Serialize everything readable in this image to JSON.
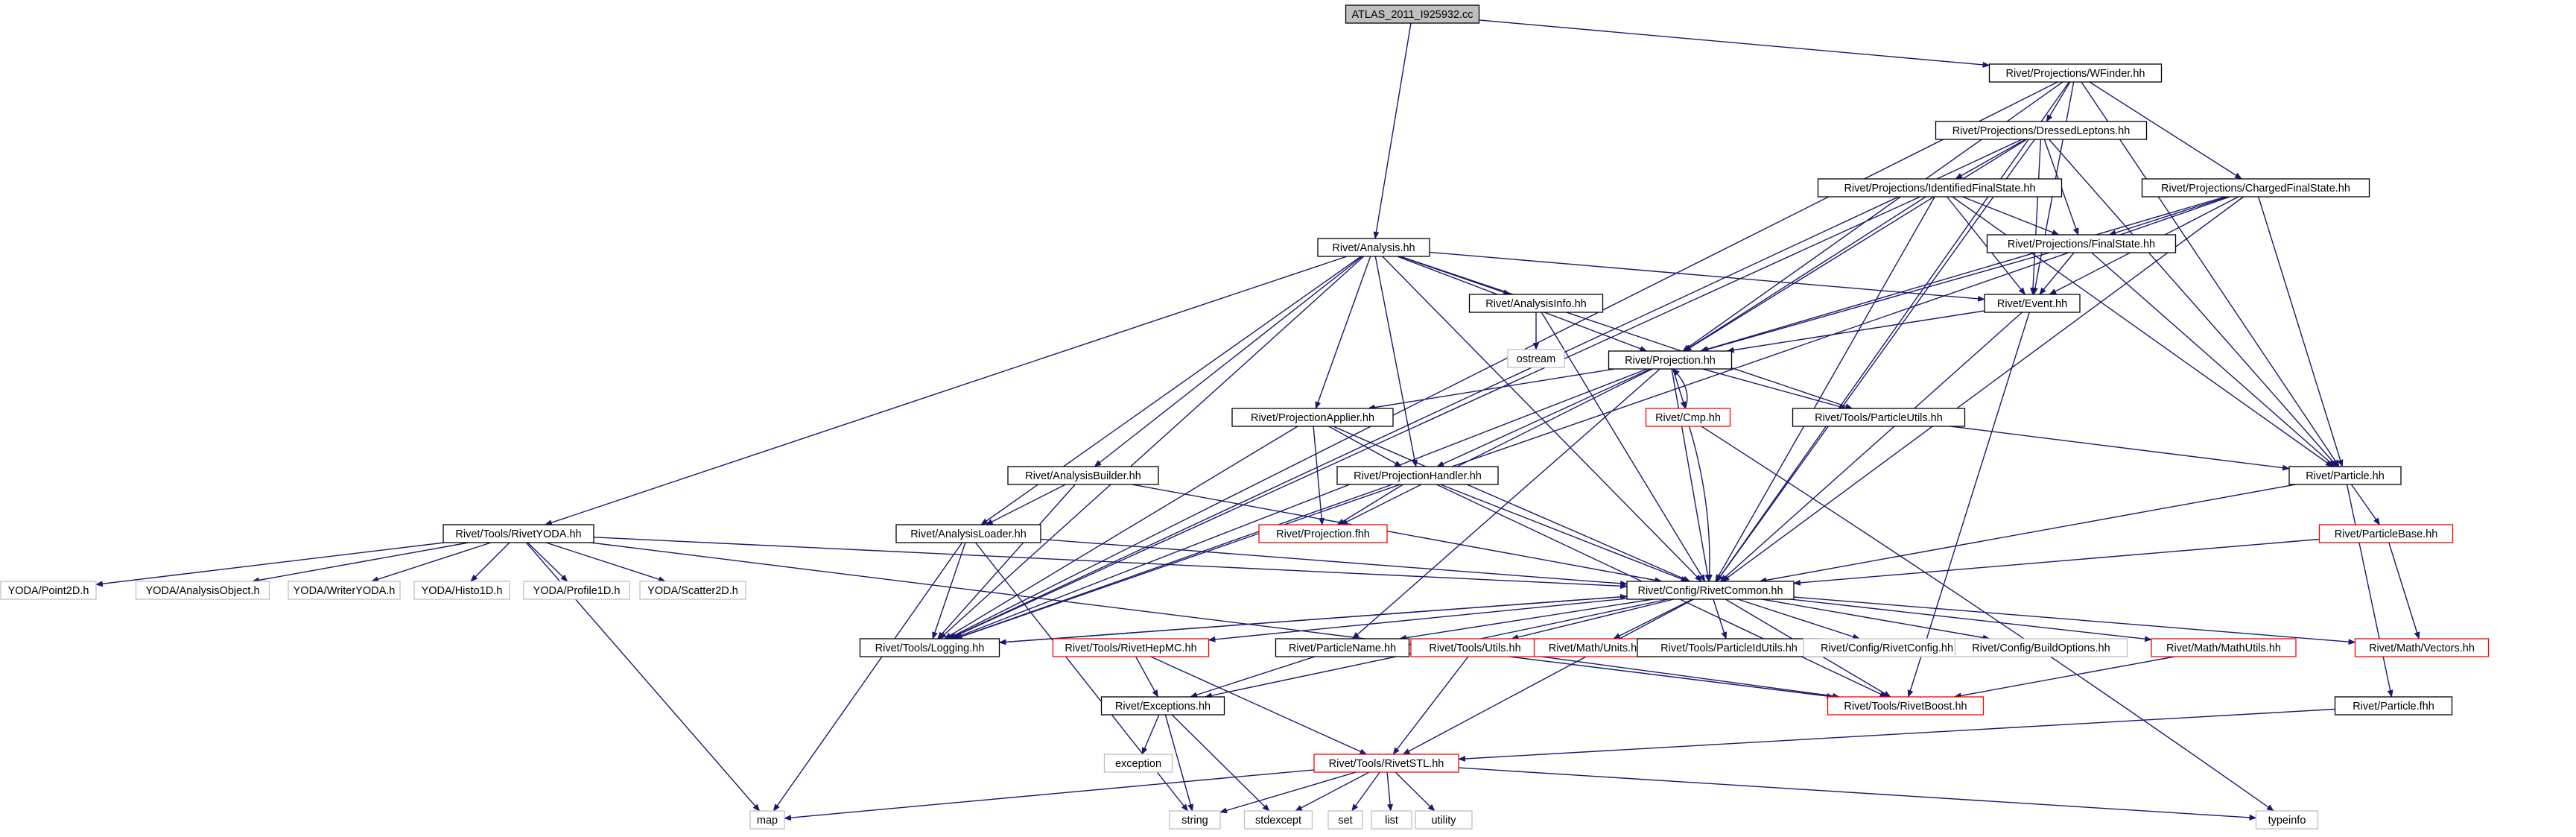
{
  "colors": {
    "edge": "#191970",
    "root_fill": "#bfbfbf",
    "node_border": "#000000",
    "missing_border": "#ff0000",
    "external_border": "#bfbfbf",
    "background": "#ffffff"
  },
  "nodes": [
    {
      "id": "atlas",
      "label": "ATLAS_2011_I925932.cc",
      "kind": "root"
    },
    {
      "id": "wfinder",
      "label": "Rivet/Projections/WFinder.hh",
      "kind": "normal"
    },
    {
      "id": "dressed",
      "label": "Rivet/Projections/DressedLeptons.hh",
      "kind": "normal"
    },
    {
      "id": "idfs",
      "label": "Rivet/Projections/IdentifiedFinalState.hh",
      "kind": "normal"
    },
    {
      "id": "cfs",
      "label": "Rivet/Projections/ChargedFinalState.hh",
      "kind": "normal"
    },
    {
      "id": "analysis",
      "label": "Rivet/Analysis.hh",
      "kind": "normal"
    },
    {
      "id": "fs",
      "label": "Rivet/Projections/FinalState.hh",
      "kind": "normal"
    },
    {
      "id": "event",
      "label": "Rivet/Event.hh",
      "kind": "normal"
    },
    {
      "id": "ainfo",
      "label": "Rivet/AnalysisInfo.hh",
      "kind": "normal"
    },
    {
      "id": "ostream",
      "label": "ostream",
      "kind": "external"
    },
    {
      "id": "projection",
      "label": "Rivet/Projection.hh",
      "kind": "normal"
    },
    {
      "id": "cmp",
      "label": "Rivet/Cmp.hh",
      "kind": "missing"
    },
    {
      "id": "putils",
      "label": "Rivet/Tools/ParticleUtils.hh",
      "kind": "normal"
    },
    {
      "id": "papplier",
      "label": "Rivet/ProjectionApplier.hh",
      "kind": "normal"
    },
    {
      "id": "particle",
      "label": "Rivet/Particle.hh",
      "kind": "normal"
    },
    {
      "id": "abuilder",
      "label": "Rivet/AnalysisBuilder.hh",
      "kind": "normal"
    },
    {
      "id": "phandler",
      "label": "Rivet/ProjectionHandler.hh",
      "kind": "normal"
    },
    {
      "id": "pfhh",
      "label": "Rivet/Projection.fhh",
      "kind": "missing"
    },
    {
      "id": "pbase",
      "label": "Rivet/ParticleBase.hh",
      "kind": "missing"
    },
    {
      "id": "ryoda",
      "label": "Rivet/Tools/RivetYODA.hh",
      "kind": "normal"
    },
    {
      "id": "aloader",
      "label": "Rivet/AnalysisLoader.hh",
      "kind": "normal"
    },
    {
      "id": "rcommon",
      "label": "Rivet/Config/RivetCommon.hh",
      "kind": "normal"
    },
    {
      "id": "point2d",
      "label": "YODA/Point2D.h",
      "kind": "external"
    },
    {
      "id": "aobject",
      "label": "YODA/AnalysisObject.h",
      "kind": "external"
    },
    {
      "id": "writer",
      "label": "YODA/WriterYODA.h",
      "kind": "external"
    },
    {
      "id": "histo1d",
      "label": "YODA/Histo1D.h",
      "kind": "external"
    },
    {
      "id": "profile1d",
      "label": "YODA/Profile1D.h",
      "kind": "external"
    },
    {
      "id": "scatter2d",
      "label": "YODA/Scatter2D.h",
      "kind": "external"
    },
    {
      "id": "logging",
      "label": "Rivet/Tools/Logging.hh",
      "kind": "normal"
    },
    {
      "id": "hepmc",
      "label": "Rivet/Tools/RivetHepMC.hh",
      "kind": "missing"
    },
    {
      "id": "pname",
      "label": "Rivet/ParticleName.hh",
      "kind": "normal"
    },
    {
      "id": "tutils",
      "label": "Rivet/Tools/Utils.hh",
      "kind": "missing"
    },
    {
      "id": "munits",
      "label": "Rivet/Math/Units.hh",
      "kind": "missing"
    },
    {
      "id": "pidutils",
      "label": "Rivet/Tools/ParticleIdUtils.hh",
      "kind": "normal"
    },
    {
      "id": "rconfig",
      "label": "Rivet/Config/RivetConfig.hh",
      "kind": "external"
    },
    {
      "id": "buildopt",
      "label": "Rivet/Config/BuildOptions.hh",
      "kind": "external"
    },
    {
      "id": "mutils",
      "label": "Rivet/Math/MathUtils.hh",
      "kind": "missing"
    },
    {
      "id": "vectors",
      "label": "Rivet/Math/Vectors.hh",
      "kind": "missing"
    },
    {
      "id": "exceptions",
      "label": "Rivet/Exceptions.hh",
      "kind": "normal"
    },
    {
      "id": "rboost",
      "label": "Rivet/Tools/RivetBoost.hh",
      "kind": "missing"
    },
    {
      "id": "pfh",
      "label": "Rivet/Particle.fhh",
      "kind": "normal"
    },
    {
      "id": "exception",
      "label": "exception",
      "kind": "external"
    },
    {
      "id": "rstl",
      "label": "Rivet/Tools/RivetSTL.hh",
      "kind": "missing"
    },
    {
      "id": "map",
      "label": "map",
      "kind": "external"
    },
    {
      "id": "string",
      "label": "string",
      "kind": "external"
    },
    {
      "id": "stdexcept",
      "label": "stdexcept",
      "kind": "external"
    },
    {
      "id": "set",
      "label": "set",
      "kind": "external"
    },
    {
      "id": "list",
      "label": "list",
      "kind": "external"
    },
    {
      "id": "utility",
      "label": "utility",
      "kind": "external"
    },
    {
      "id": "typeinfo",
      "label": "typeinfo",
      "kind": "external"
    }
  ],
  "edges": [
    [
      "atlas",
      "wfinder"
    ],
    [
      "atlas",
      "analysis"
    ],
    [
      "wfinder",
      "dressed"
    ],
    [
      "wfinder",
      "cfs"
    ],
    [
      "wfinder",
      "event"
    ],
    [
      "wfinder",
      "projection"
    ],
    [
      "wfinder",
      "particle"
    ],
    [
      "wfinder",
      "rcommon"
    ],
    [
      "wfinder",
      "logging"
    ],
    [
      "dressed",
      "idfs"
    ],
    [
      "dressed",
      "fs"
    ],
    [
      "dressed",
      "event"
    ],
    [
      "dressed",
      "projection"
    ],
    [
      "dressed",
      "particle"
    ],
    [
      "dressed",
      "rcommon"
    ],
    [
      "dressed",
      "logging"
    ],
    [
      "idfs",
      "fs"
    ],
    [
      "idfs",
      "event"
    ],
    [
      "idfs",
      "projection"
    ],
    [
      "idfs",
      "particle"
    ],
    [
      "idfs",
      "rcommon"
    ],
    [
      "idfs",
      "logging"
    ],
    [
      "cfs",
      "fs"
    ],
    [
      "cfs",
      "event"
    ],
    [
      "cfs",
      "projection"
    ],
    [
      "cfs",
      "particle"
    ],
    [
      "cfs",
      "rcommon"
    ],
    [
      "cfs",
      "logging"
    ],
    [
      "fs",
      "event"
    ],
    [
      "fs",
      "projection"
    ],
    [
      "fs",
      "particle"
    ],
    [
      "analysis",
      "ainfo"
    ],
    [
      "analysis",
      "event"
    ],
    [
      "analysis",
      "projection"
    ],
    [
      "analysis",
      "putils"
    ],
    [
      "analysis",
      "papplier"
    ],
    [
      "analysis",
      "phandler"
    ],
    [
      "analysis",
      "abuilder"
    ],
    [
      "analysis",
      "aloader"
    ],
    [
      "analysis",
      "ryoda"
    ],
    [
      "analysis",
      "rcommon"
    ],
    [
      "analysis",
      "logging"
    ],
    [
      "ainfo",
      "ostream"
    ],
    [
      "ainfo",
      "rcommon"
    ],
    [
      "event",
      "projection"
    ],
    [
      "event",
      "rcommon"
    ],
    [
      "event",
      "rboost"
    ],
    [
      "projection",
      "cmp"
    ],
    [
      "projection",
      "putils"
    ],
    [
      "projection",
      "papplier"
    ],
    [
      "projection",
      "phandler"
    ],
    [
      "projection",
      "pfhh"
    ],
    [
      "projection",
      "rcommon"
    ],
    [
      "projection",
      "logging"
    ],
    [
      "projection",
      "pname"
    ],
    [
      "cmp",
      "projection"
    ],
    [
      "cmp",
      "rcommon"
    ],
    [
      "cmp",
      "typeinfo"
    ],
    [
      "putils",
      "particle"
    ],
    [
      "papplier",
      "phandler"
    ],
    [
      "papplier",
      "pfhh"
    ],
    [
      "papplier",
      "rcommon"
    ],
    [
      "papplier",
      "logging"
    ],
    [
      "particle",
      "pbase"
    ],
    [
      "particle",
      "rcommon"
    ],
    [
      "particle",
      "pfh"
    ],
    [
      "abuilder",
      "aloader"
    ],
    [
      "abuilder",
      "rcommon"
    ],
    [
      "abuilder",
      "logging"
    ],
    [
      "phandler",
      "pfhh"
    ],
    [
      "phandler",
      "rcommon"
    ],
    [
      "phandler",
      "logging"
    ],
    [
      "phandler",
      "rboost"
    ],
    [
      "pbase",
      "rcommon"
    ],
    [
      "pbase",
      "vectors"
    ],
    [
      "ryoda",
      "point2d"
    ],
    [
      "ryoda",
      "aobject"
    ],
    [
      "ryoda",
      "writer"
    ],
    [
      "ryoda",
      "histo1d"
    ],
    [
      "ryoda",
      "profile1d"
    ],
    [
      "ryoda",
      "scatter2d"
    ],
    [
      "ryoda",
      "rcommon"
    ],
    [
      "ryoda",
      "rboost"
    ],
    [
      "ryoda",
      "map"
    ],
    [
      "aloader",
      "rcommon"
    ],
    [
      "aloader",
      "logging"
    ],
    [
      "aloader",
      "map"
    ],
    [
      "aloader",
      "string"
    ],
    [
      "rcommon",
      "logging"
    ],
    [
      "rcommon",
      "hepmc"
    ],
    [
      "rcommon",
      "pname"
    ],
    [
      "rcommon",
      "tutils"
    ],
    [
      "rcommon",
      "munits"
    ],
    [
      "rcommon",
      "pidutils"
    ],
    [
      "rcommon",
      "rconfig"
    ],
    [
      "rcommon",
      "buildopt"
    ],
    [
      "rcommon",
      "mutils"
    ],
    [
      "rcommon",
      "vectors"
    ],
    [
      "rcommon",
      "exceptions"
    ],
    [
      "rcommon",
      "rboost"
    ],
    [
      "rcommon",
      "rstl"
    ],
    [
      "logging",
      "rcommon"
    ],
    [
      "hepmc",
      "exceptions"
    ],
    [
      "hepmc",
      "rstl"
    ],
    [
      "pname",
      "exceptions"
    ],
    [
      "tutils",
      "rboost"
    ],
    [
      "tutils",
      "rstl"
    ],
    [
      "mutils",
      "rboost"
    ],
    [
      "exceptions",
      "exception"
    ],
    [
      "exceptions",
      "string"
    ],
    [
      "exceptions",
      "stdexcept"
    ],
    [
      "pfh",
      "rstl"
    ],
    [
      "rstl",
      "map"
    ],
    [
      "rstl",
      "string"
    ],
    [
      "rstl",
      "stdexcept"
    ],
    [
      "rstl",
      "set"
    ],
    [
      "rstl",
      "list"
    ],
    [
      "rstl",
      "utility"
    ],
    [
      "rstl",
      "typeinfo"
    ]
  ]
}
